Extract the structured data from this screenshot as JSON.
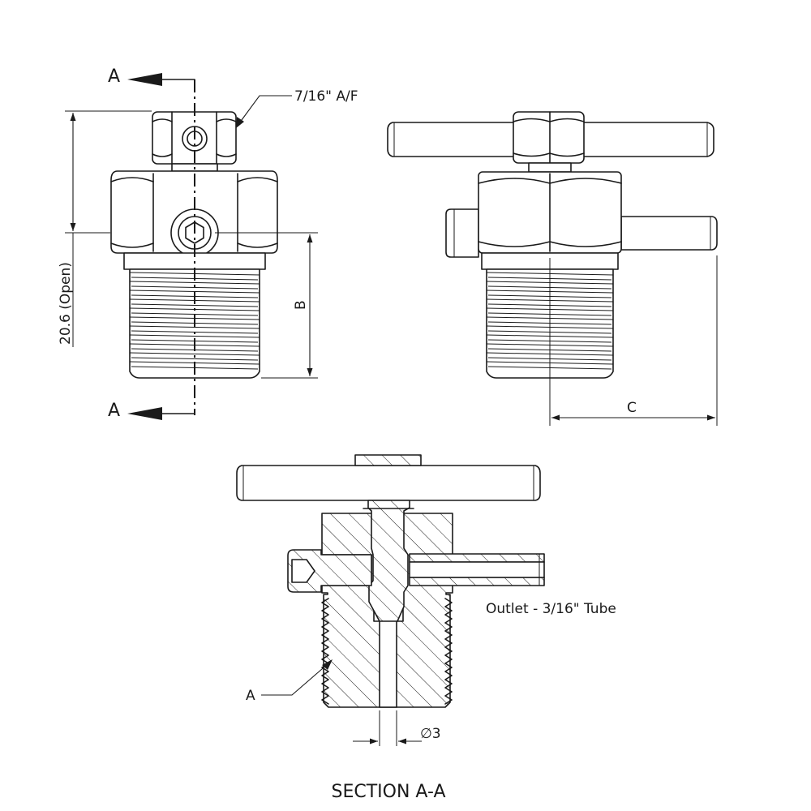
{
  "labels": {
    "section_marker_top": "A",
    "section_marker_bottom": "A",
    "hex_size": "7/16\" A/F",
    "height_open": "20.6 (Open)",
    "dim_b": "B",
    "dim_c": "C",
    "outlet": "Outlet - 3/16\" Tube",
    "section_leader": "A",
    "bore_diameter": "∅3",
    "section_title": "SECTION A-A"
  },
  "colors": {
    "line": "#1a1a1a",
    "background": "#ffffff"
  }
}
